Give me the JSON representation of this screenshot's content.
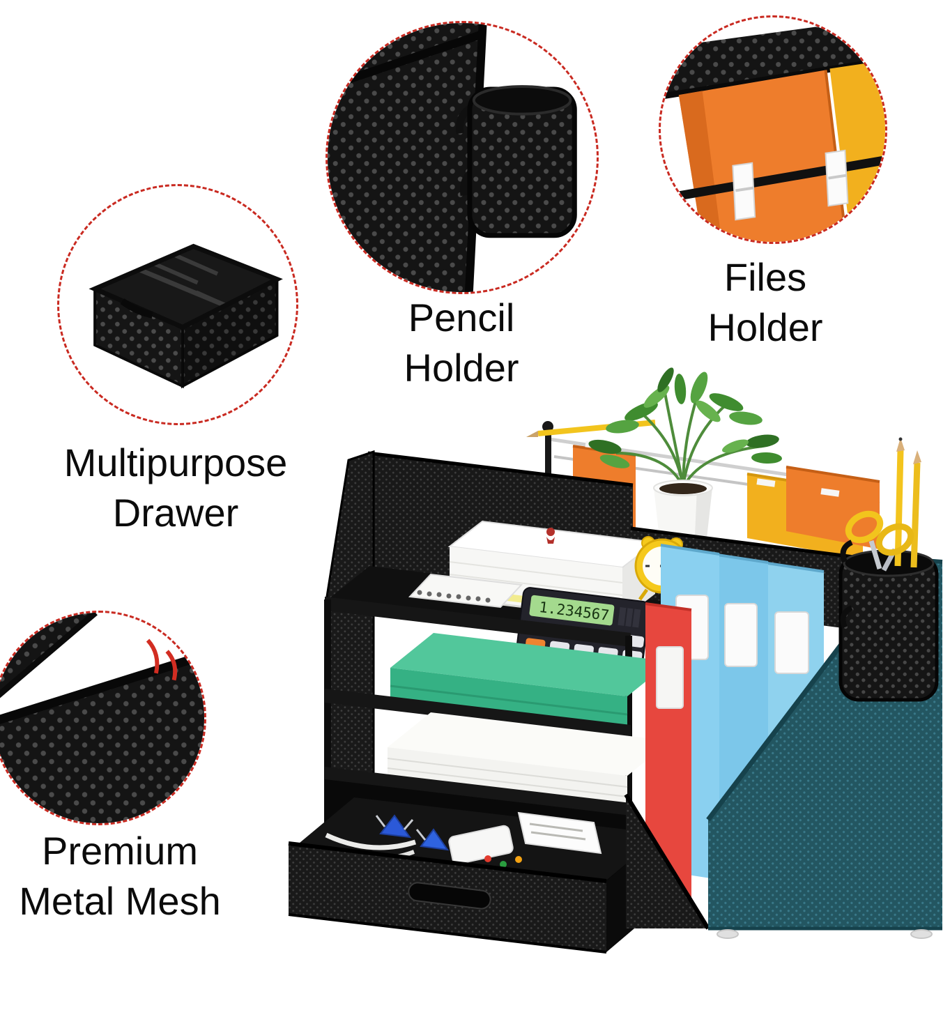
{
  "callouts": {
    "pencil_holder": {
      "line1": "Pencil",
      "line2": "Holder"
    },
    "files_holder": {
      "line1": "Files",
      "line2": "Holder"
    },
    "multipurpose_drawer": {
      "line1": "Multipurpose",
      "line2": "Drawer"
    },
    "premium_metal_mesh": {
      "line1": "Premium",
      "line2": "Metal Mesh"
    }
  },
  "product": {
    "calculator_display": "1.234567"
  },
  "colors": {
    "callout_border_red": "#c92a21",
    "mesh_black": "#1a1a1a",
    "hanging_folder_orange": "#ee7d2c",
    "hanging_folder_yellow": "#f2b01e",
    "document_folder_blue": "#85cdee",
    "binder_red": "#e7473e",
    "magazine_file_teal": "#2c6b7a",
    "folder_green": "#3cb98c",
    "alarm_clock_yellow": "#f5c91d",
    "pencil_yellow": "#f2c41d"
  }
}
